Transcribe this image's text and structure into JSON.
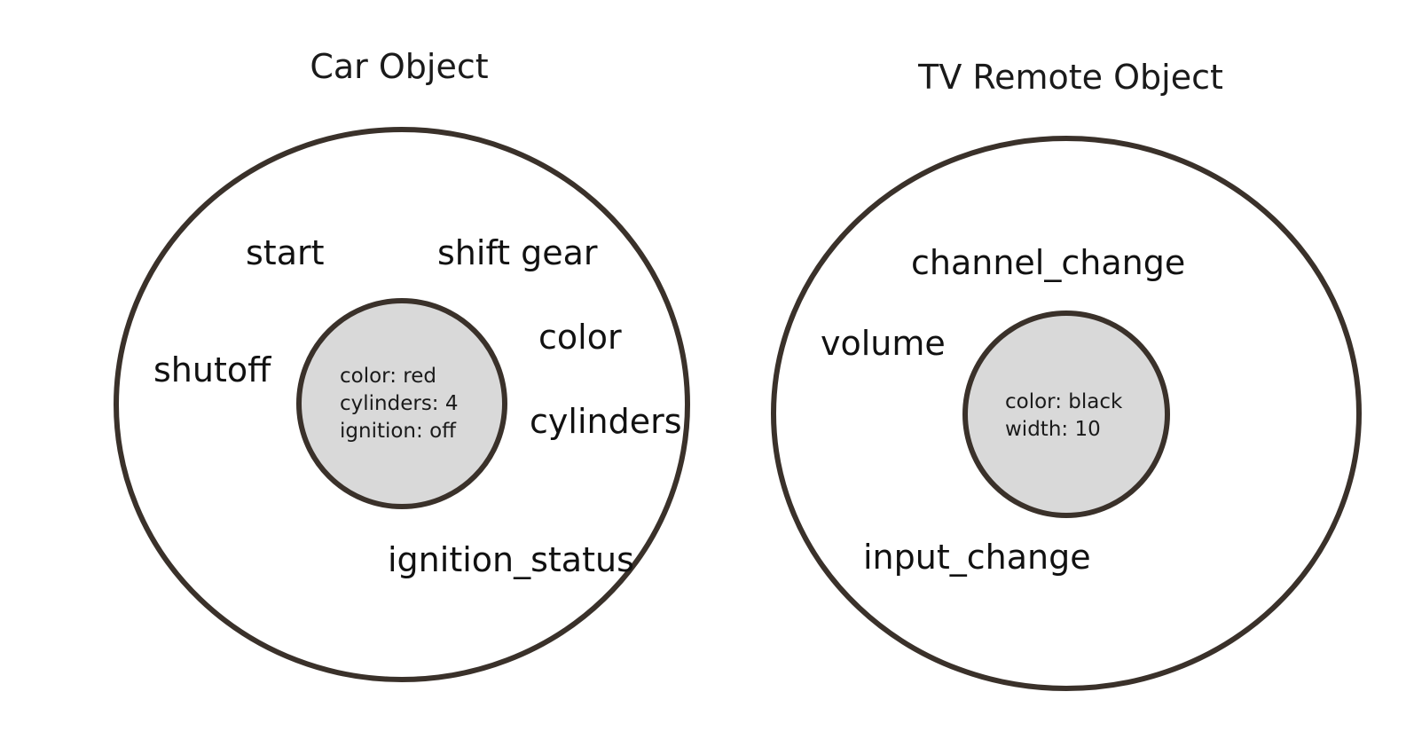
{
  "car": {
    "title": "Car Object",
    "members": {
      "start": "start",
      "shift_gear": "shift gear",
      "color": "color",
      "shutoff": "shutoff",
      "cylinders": "cylinders",
      "ignition_status": "ignition_status"
    },
    "state": {
      "line1": "color: red",
      "line2": "cylinders: 4",
      "line3": "ignition: off"
    }
  },
  "tv_remote": {
    "title": "TV Remote Object",
    "members": {
      "channel_change": "channel_change",
      "volume": "volume",
      "input_change": "input_change"
    },
    "state": {
      "line1": "color: black",
      "line2": "width: 10"
    }
  }
}
